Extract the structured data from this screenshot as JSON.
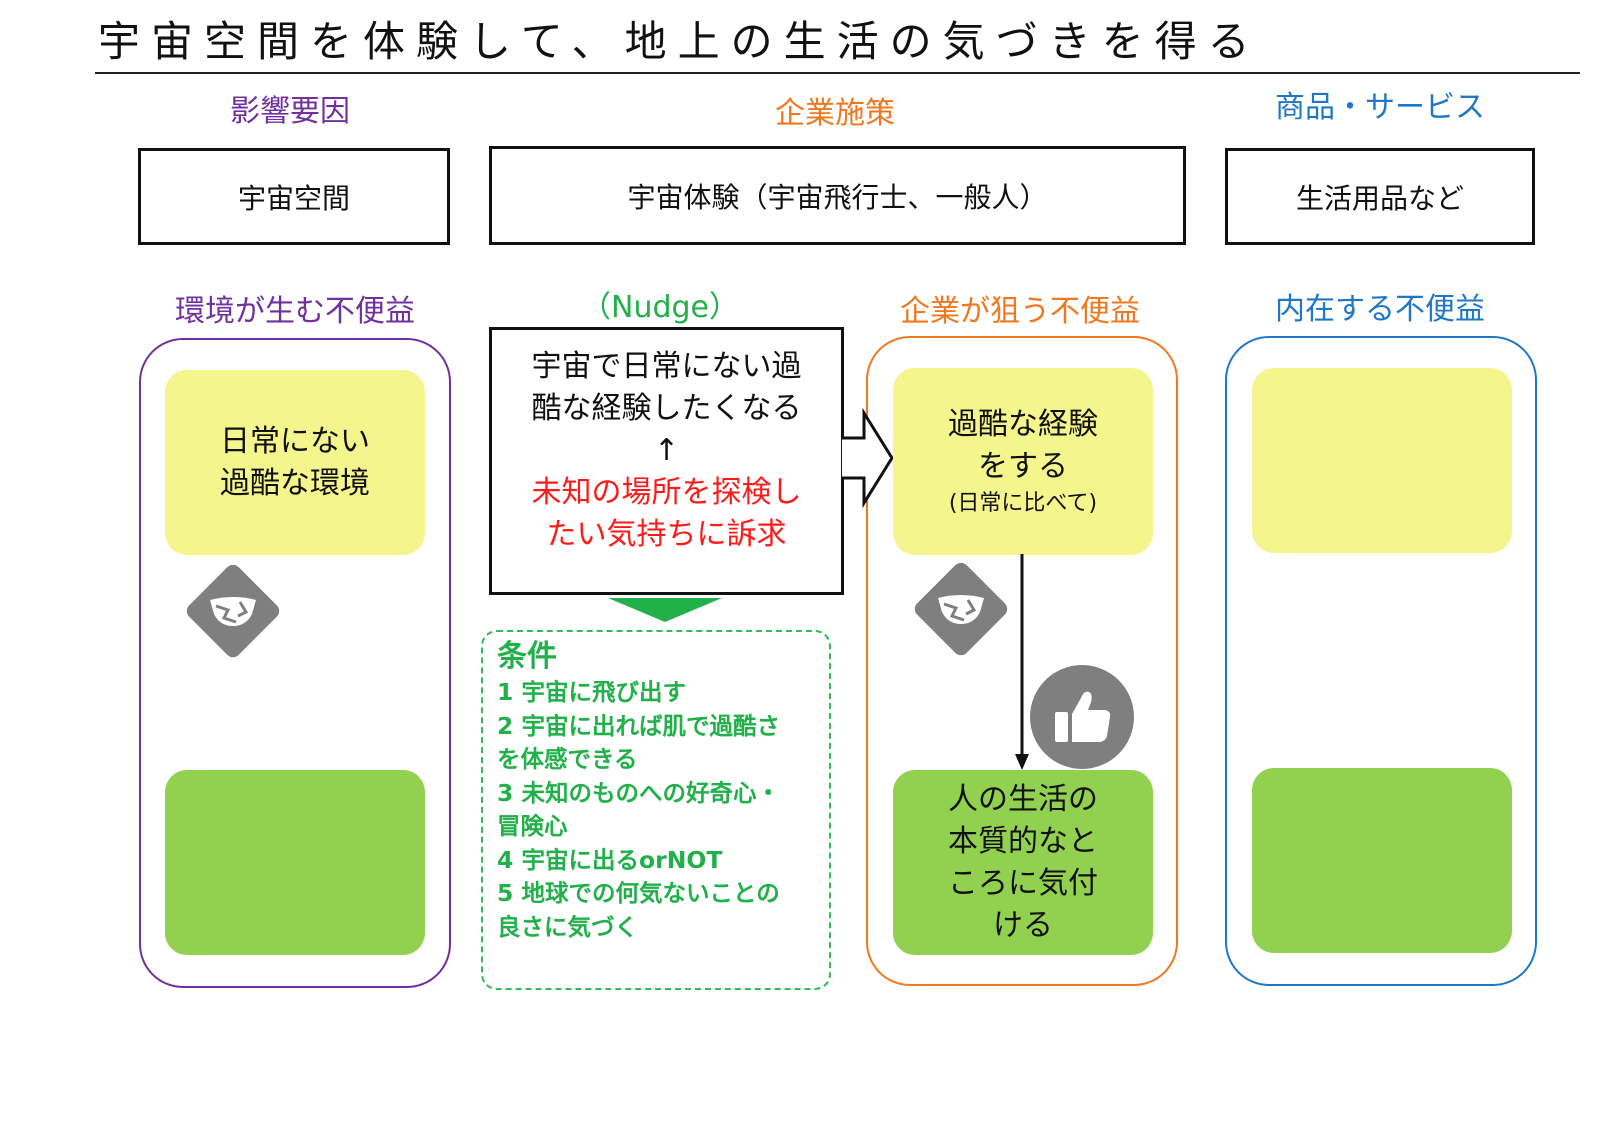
{
  "title": "宇宙空間を体験して、地上の生活の気づきを得る",
  "columns": {
    "factor": {
      "header": "影響要因",
      "box": "宇宙空間",
      "section": "環境が生む不便益",
      "yellow": [
        "日常にない",
        "過酷な環境"
      ],
      "green": [],
      "color": "#7030a0"
    },
    "measure": {
      "header": "企業施策",
      "box": "宇宙体験（宇宙飛行士、一般人）",
      "nudge_label": "（Nudge）",
      "color": "#f07820"
    },
    "product": {
      "header": "商品・サービス",
      "box": "生活用品など",
      "section": "内在する不便益",
      "yellow": [],
      "green": [],
      "color": "#1f77c8"
    }
  },
  "nudge": {
    "black_lines": [
      "宇宙で日常にない過",
      "酷な経験したくなる",
      "↑"
    ],
    "red_lines": [
      "未知の場所を探検し",
      "たい気持ちに訴求"
    ]
  },
  "conditions": {
    "title": "条件",
    "lines": [
      "1 宇宙に飛び出す",
      "2 宇宙に出れば肌で過酷さ",
      "を体感できる",
      "3 未知のものへの好奇心・",
      "冒険心",
      "4 宇宙に出るorNOT",
      "5 地球での何気ないことの",
      "良さに気づく"
    ],
    "color": "#22b04a"
  },
  "target": {
    "section": "企業が狙う不便益",
    "yellow": [
      "過酷な経験",
      "をする"
    ],
    "yellow_note": "(日常に比べて)",
    "green": [
      "人の生活の",
      "本質的なと",
      "ころに気付",
      "ける"
    ],
    "color": "#f07820"
  },
  "colors": {
    "yellow": "#f5f58e",
    "green": "#92d050",
    "icon_gray": "#7f7f7f",
    "condition_arrow": "#22b04a"
  },
  "icons": [
    "broken-bowl-icon",
    "broken-bowl-icon",
    "thumbs-up-icon"
  ]
}
